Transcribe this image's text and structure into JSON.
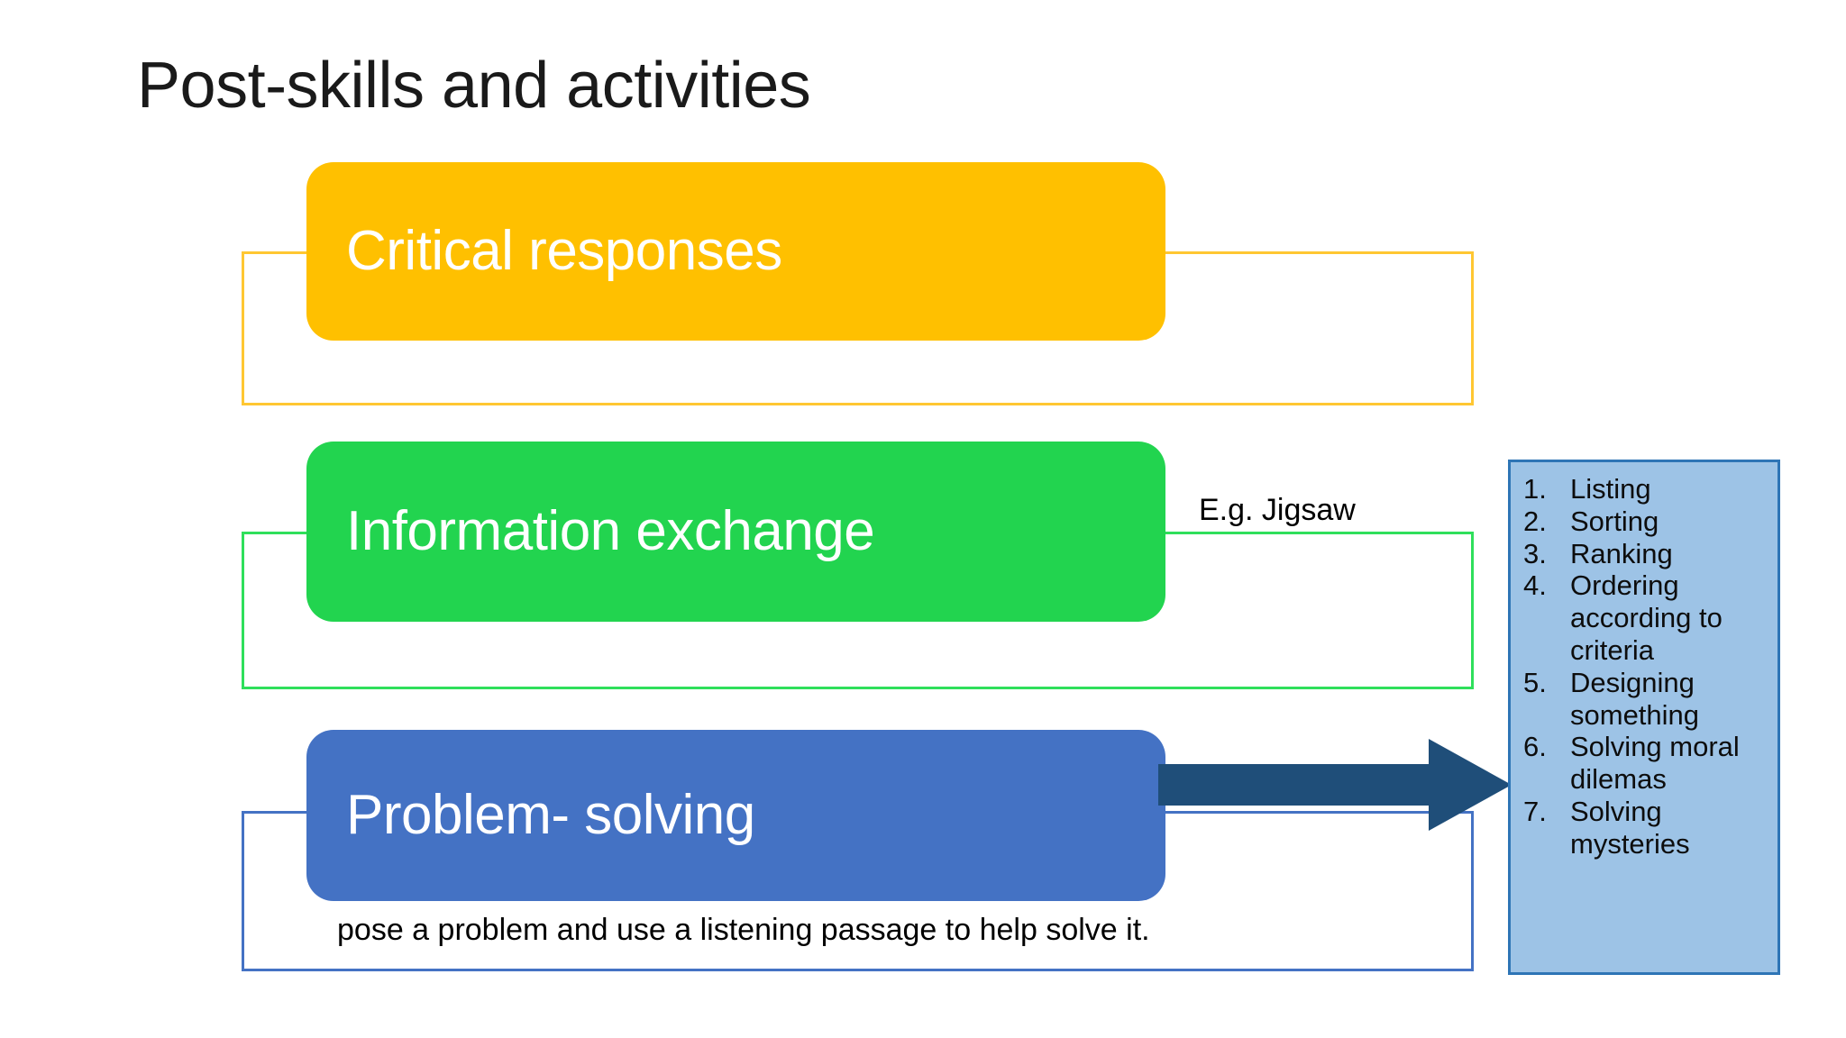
{
  "slide": {
    "title": "Post-skills and activities",
    "background_color": "#FFFFFF"
  },
  "banners": [
    {
      "label": "Critical responses",
      "fill_color": "#FFC000",
      "outline_color": "#FFC732",
      "text_color": "#FFFFFF"
    },
    {
      "label": "Information exchange",
      "fill_color": "#22D44F",
      "outline_color": "#2FDF5B",
      "text_color": "#FFFFFF"
    },
    {
      "label": "Problem- solving",
      "fill_color": "#4472C4",
      "outline_color": "#4472C4",
      "text_color": "#FFFFFF"
    }
  ],
  "captions": {
    "jigsaw": "E.g. Jigsaw",
    "problem": "pose a problem and use a listening passage to help solve it."
  },
  "arrow": {
    "color": "#1F4E79",
    "direction": "right"
  },
  "activity_panel": {
    "fill_color": "#9DC3E6",
    "border_color": "#2E75B6",
    "items": [
      {
        "num": "1.",
        "text": "Listing"
      },
      {
        "num": "2.",
        "text": "Sorting"
      },
      {
        "num": "3.",
        "text": "Ranking"
      },
      {
        "num": "4.",
        "text": "Ordering according to criteria"
      },
      {
        "num": "5.",
        "text": "Designing something"
      },
      {
        "num": "6.",
        "text": "Solving moral dilemas"
      },
      {
        "num": "7.",
        "text": "Solving mysteries"
      }
    ]
  }
}
